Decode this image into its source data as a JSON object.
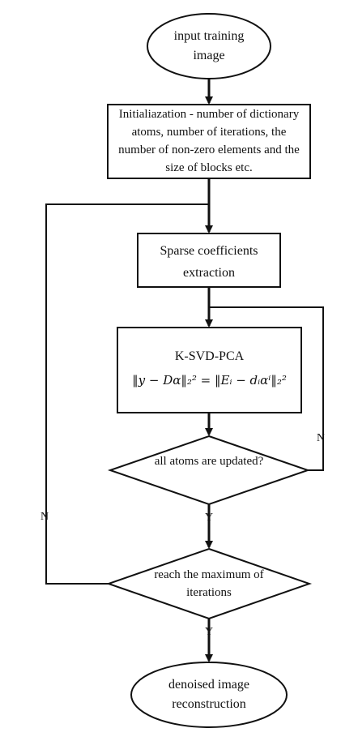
{
  "nodes": {
    "start": "input training image",
    "init": "Initialiazation - number of dictionary atoms, number of iterations, the number of non-zero elements and the size of blocks etc.",
    "sparse": "Sparse coefficients extraction",
    "ksvd_title": "K-SVD-PCA",
    "ksvd_formula": "‖y − Dα‖₂² = ‖Eᵢ − dᵢαⁱ‖₂²",
    "decision_atoms": "all atoms are updated?",
    "decision_iter": "reach the maximum of iterations",
    "end": "denoised image reconstruction"
  },
  "edges": {
    "yes1": "Y",
    "no1": "N",
    "yes2": "Y",
    "no2": "N"
  }
}
